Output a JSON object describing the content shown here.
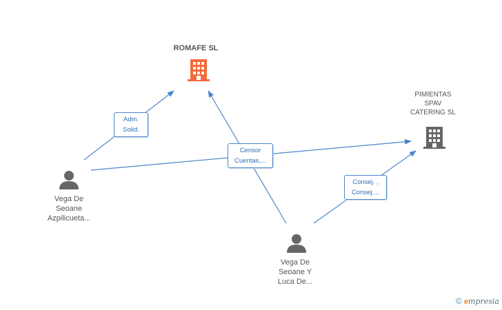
{
  "nodes": {
    "romafe": {
      "label": "ROMAFE SL",
      "color": "#f26b3a"
    },
    "pimientas": {
      "lines": [
        "PIMIENTAS",
        "SPAV",
        "CATERING  SL"
      ],
      "color": "#666666"
    },
    "person1": {
      "lines": [
        "Vega De",
        "Seoane",
        "Azpilicueta..."
      ]
    },
    "person2": {
      "lines": [
        "Vega De",
        "Seoane Y",
        "Luca De..."
      ]
    }
  },
  "edges": {
    "adm": {
      "lines": [
        "Adm.",
        "Solid."
      ]
    },
    "censor": {
      "lines": [
        "Censor",
        "Cuentas,..."
      ]
    },
    "consej": {
      "lines": [
        "Consej. ,",
        "Consej...."
      ]
    }
  },
  "colors": {
    "edge": "#4a86c8",
    "person": "#666666"
  },
  "footer": {
    "copyright": "©",
    "brand_initial": "e",
    "brand_rest": "mpresia"
  }
}
